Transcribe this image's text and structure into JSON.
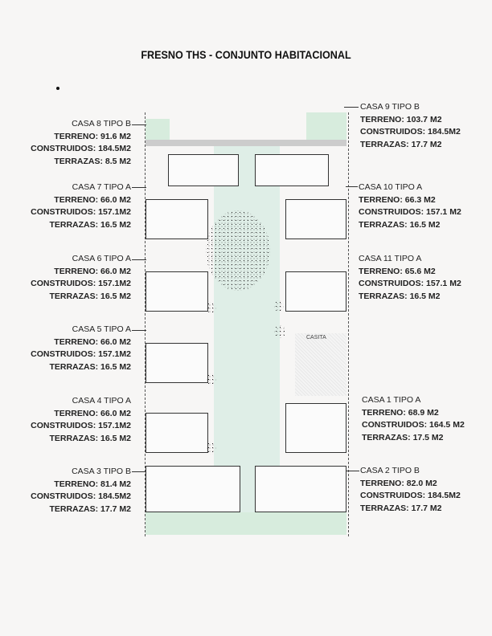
{
  "title": "FRESNO THS - CONJUNTO HABITACIONAL",
  "casita_label": "CASITA",
  "houses": [
    {
      "name": "CASA 8 TIPO B",
      "terreno": "TERRENO: 91.6 M2",
      "construidos": "CONSTRUIDOS: 184.5M2",
      "terrazas": "TERRAZAS: 8.5 M2"
    },
    {
      "name": "CASA 7 TIPO A",
      "terreno": "TERRENO: 66.0 M2",
      "construidos": "CONSTRUIDOS: 157.1M2",
      "terrazas": "TERRAZAS: 16.5 M2"
    },
    {
      "name": "CASA 6 TIPO A",
      "terreno": "TERRENO: 66.0 M2",
      "construidos": "CONSTRUIDOS: 157.1M2",
      "terrazas": "TERRAZAS: 16.5 M2"
    },
    {
      "name": "CASA 5 TIPO A",
      "terreno": "TERRENO: 66.0 M2",
      "construidos": "CONSTRUIDOS: 157.1M2",
      "terrazas": "TERRAZAS: 16.5 M2"
    },
    {
      "name": "CASA 4 TIPO A",
      "terreno": "TERRENO: 66.0 M2",
      "construidos": "CONSTRUIDOS: 157.1M2",
      "terrazas": "TERRAZAS: 16.5 M2"
    },
    {
      "name": "CASA 3 TIPO B",
      "terreno": "TERRENO: 81.4 M2",
      "construidos": "CONSTRUIDOS: 184.5M2",
      "terrazas": "TERRAZAS: 17.7 M2"
    },
    {
      "name": "CASA 9 TIPO B",
      "terreno": "TERRENO: 103.7 M2",
      "construidos": "CONSTRUIDOS: 184.5M2",
      "terrazas": "TERRAZAS: 17.7 M2"
    },
    {
      "name": "CASA 10 TIPO A",
      "terreno": "TERRENO: 66.3 M2",
      "construidos": "CONSTRUIDOS: 157.1 M2",
      "terrazas": "TERRAZAS: 16.5 M2"
    },
    {
      "name": "CASA 11 TIPO A",
      "terreno": "TERRENO: 65.6 M2",
      "construidos": "CONSTRUIDOS: 157.1 M2",
      "terrazas": "TERRAZAS: 16.5 M2"
    },
    {
      "name": "CASA 1 TIPO A",
      "terreno": "TERRENO: 68.9 M2",
      "construidos": "CONSTRUIDOS: 164.5 M2",
      "terrazas": "TERRAZAS: 17.5 M2"
    },
    {
      "name": "CASA 2 TIPO B",
      "terreno": "TERRENO: 82.0 M2",
      "construidos": "CONSTRUIDOS: 184.5M2",
      "terrazas": "TERRAZAS: 17.7 M2"
    }
  ]
}
